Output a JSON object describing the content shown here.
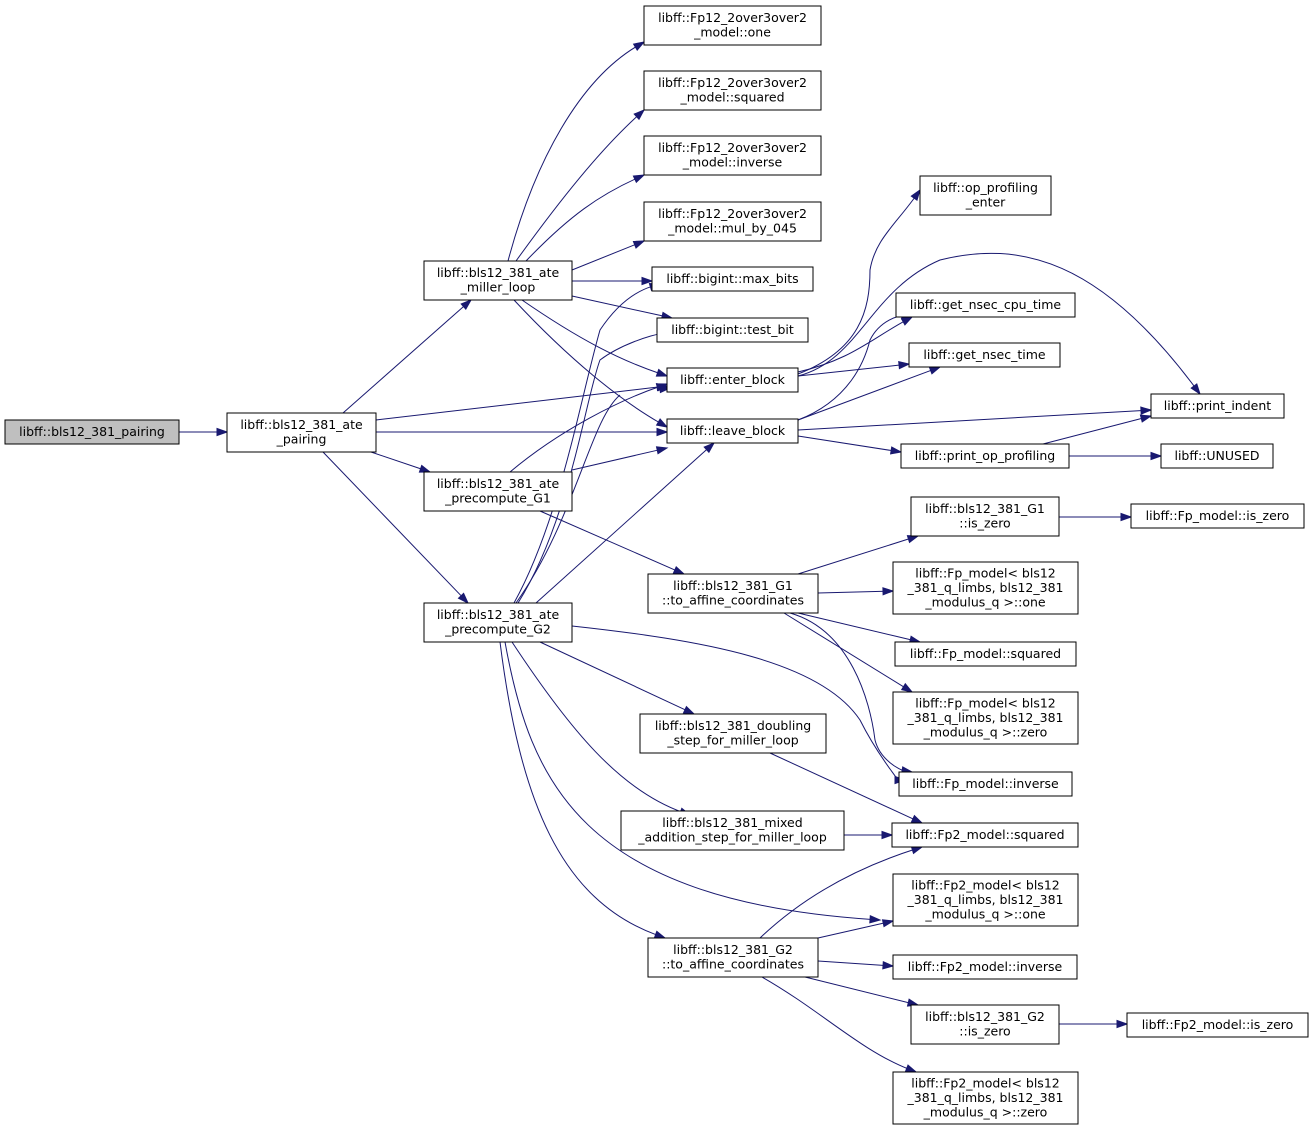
{
  "nodes": [
    {
      "id": "pairing",
      "lines": [
        "libff::bls12_381_pairing"
      ],
      "root": true
    },
    {
      "id": "ate_pairing",
      "lines": [
        "libff::bls12_381_ate",
        "_pairing"
      ]
    },
    {
      "id": "miller_loop",
      "lines": [
        "libff::bls12_381_ate",
        "_miller_loop"
      ]
    },
    {
      "id": "precompute_g1",
      "lines": [
        "libff::bls12_381_ate",
        "_precompute_G1"
      ]
    },
    {
      "id": "precompute_g2",
      "lines": [
        "libff::bls12_381_ate",
        "_precompute_G2"
      ]
    },
    {
      "id": "fp12_one",
      "lines": [
        "libff::Fp12_2over3over2",
        "_model::one"
      ]
    },
    {
      "id": "fp12_squared",
      "lines": [
        "libff::Fp12_2over3over2",
        "_model::squared"
      ]
    },
    {
      "id": "fp12_inverse",
      "lines": [
        "libff::Fp12_2over3over2",
        "_model::inverse"
      ]
    },
    {
      "id": "fp12_mul045",
      "lines": [
        "libff::Fp12_2over3over2",
        "_model::mul_by_045"
      ]
    },
    {
      "id": "max_bits",
      "lines": [
        "libff::bigint::max_bits"
      ]
    },
    {
      "id": "test_bit",
      "lines": [
        "libff::bigint::test_bit"
      ]
    },
    {
      "id": "enter_block",
      "lines": [
        "libff::enter_block"
      ]
    },
    {
      "id": "leave_block",
      "lines": [
        "libff::leave_block"
      ]
    },
    {
      "id": "op_prof_enter",
      "lines": [
        "libff::op_profiling",
        "_enter"
      ]
    },
    {
      "id": "cpu_time",
      "lines": [
        "libff::get_nsec_cpu_time"
      ]
    },
    {
      "id": "nsec_time",
      "lines": [
        "libff::get_nsec_time"
      ]
    },
    {
      "id": "print_indent",
      "lines": [
        "libff::print_indent"
      ]
    },
    {
      "id": "print_op_prof",
      "lines": [
        "libff::print_op_profiling"
      ]
    },
    {
      "id": "unused",
      "lines": [
        "libff::UNUSED"
      ]
    },
    {
      "id": "g1_is_zero",
      "lines": [
        "libff::bls12_381_G1",
        "::is_zero"
      ]
    },
    {
      "id": "fp_is_zero",
      "lines": [
        "libff::Fp_model::is_zero"
      ]
    },
    {
      "id": "g1_affine",
      "lines": [
        "libff::bls12_381_G1",
        "::to_affine_coordinates"
      ]
    },
    {
      "id": "fp_one",
      "lines": [
        "libff::Fp_model< bls12",
        "_381_q_limbs, bls12_381",
        "_modulus_q >::one"
      ]
    },
    {
      "id": "fp_squared",
      "lines": [
        "libff::Fp_model::squared"
      ]
    },
    {
      "id": "fp_zero",
      "lines": [
        "libff::Fp_model< bls12",
        "_381_q_limbs, bls12_381",
        "_modulus_q >::zero"
      ]
    },
    {
      "id": "fp_inverse",
      "lines": [
        "libff::Fp_model::inverse"
      ]
    },
    {
      "id": "doubling",
      "lines": [
        "libff::bls12_381_doubling",
        "_step_for_miller_loop"
      ]
    },
    {
      "id": "mixed_add",
      "lines": [
        "libff::bls12_381_mixed",
        "_addition_step_for_miller_loop"
      ]
    },
    {
      "id": "fp2_squared",
      "lines": [
        "libff::Fp2_model::squared"
      ]
    },
    {
      "id": "fp2_one",
      "lines": [
        "libff::Fp2_model< bls12",
        "_381_q_limbs, bls12_381",
        "_modulus_q >::one"
      ]
    },
    {
      "id": "g2_affine",
      "lines": [
        "libff::bls12_381_G2",
        "::to_affine_coordinates"
      ]
    },
    {
      "id": "fp2_inverse",
      "lines": [
        "libff::Fp2_model::inverse"
      ]
    },
    {
      "id": "g2_is_zero",
      "lines": [
        "libff::bls12_381_G2",
        "::is_zero"
      ]
    },
    {
      "id": "fp2_is_zero",
      "lines": [
        "libff::Fp2_model::is_zero"
      ]
    },
    {
      "id": "fp2_zero",
      "lines": [
        "libff::Fp2_model< bls12",
        "_381_q_limbs, bls12_381",
        "_modulus_q >::zero"
      ]
    }
  ],
  "edges": [
    [
      "pairing",
      "ate_pairing"
    ],
    [
      "ate_pairing",
      "miller_loop"
    ],
    [
      "ate_pairing",
      "enter_block"
    ],
    [
      "ate_pairing",
      "leave_block"
    ],
    [
      "ate_pairing",
      "precompute_g1"
    ],
    [
      "ate_pairing",
      "precompute_g2"
    ],
    [
      "miller_loop",
      "fp12_one"
    ],
    [
      "miller_loop",
      "fp12_squared"
    ],
    [
      "miller_loop",
      "fp12_inverse"
    ],
    [
      "miller_loop",
      "fp12_mul045"
    ],
    [
      "miller_loop",
      "max_bits"
    ],
    [
      "miller_loop",
      "test_bit"
    ],
    [
      "miller_loop",
      "enter_block"
    ],
    [
      "miller_loop",
      "leave_block"
    ],
    [
      "enter_block",
      "op_prof_enter"
    ],
    [
      "enter_block",
      "cpu_time"
    ],
    [
      "enter_block",
      "nsec_time"
    ],
    [
      "enter_block",
      "print_indent"
    ],
    [
      "leave_block",
      "cpu_time"
    ],
    [
      "leave_block",
      "nsec_time"
    ],
    [
      "leave_block",
      "print_indent"
    ],
    [
      "leave_block",
      "print_op_prof"
    ],
    [
      "print_op_prof",
      "print_indent"
    ],
    [
      "print_op_prof",
      "unused"
    ],
    [
      "precompute_g1",
      "enter_block"
    ],
    [
      "precompute_g1",
      "leave_block"
    ],
    [
      "precompute_g1",
      "g1_affine"
    ],
    [
      "g1_affine",
      "g1_is_zero"
    ],
    [
      "g1_affine",
      "fp_one"
    ],
    [
      "g1_affine",
      "fp_squared"
    ],
    [
      "g1_affine",
      "fp_zero"
    ],
    [
      "g1_affine",
      "fp_inverse"
    ],
    [
      "g1_is_zero",
      "fp_is_zero"
    ],
    [
      "precompute_g2",
      "max_bits"
    ],
    [
      "precompute_g2",
      "test_bit"
    ],
    [
      "precompute_g2",
      "enter_block"
    ],
    [
      "precompute_g2",
      "leave_block"
    ],
    [
      "precompute_g2",
      "fp_inverse"
    ],
    [
      "precompute_g2",
      "doubling"
    ],
    [
      "precompute_g2",
      "mixed_add"
    ],
    [
      "precompute_g2",
      "fp2_one"
    ],
    [
      "precompute_g2",
      "g2_affine"
    ],
    [
      "doubling",
      "fp2_squared"
    ],
    [
      "mixed_add",
      "fp2_squared"
    ],
    [
      "g2_affine",
      "fp2_squared"
    ],
    [
      "g2_affine",
      "fp2_one"
    ],
    [
      "g2_affine",
      "fp2_inverse"
    ],
    [
      "g2_affine",
      "g2_is_zero"
    ],
    [
      "g2_affine",
      "fp2_zero"
    ],
    [
      "g2_is_zero",
      "fp2_is_zero"
    ]
  ]
}
